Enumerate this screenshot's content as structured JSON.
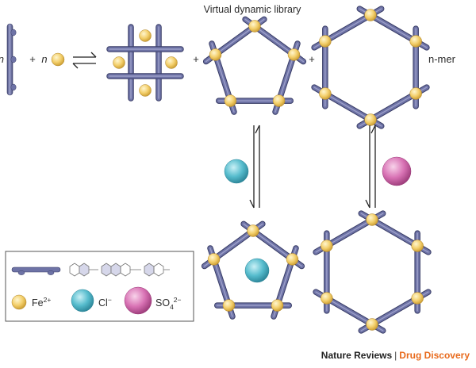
{
  "title": "Virtual dynamic library",
  "equation": {
    "coef_rod": "n",
    "plus": "+",
    "coef_ion": "n",
    "tail": "n-mer"
  },
  "legend": {
    "fe": "Fe",
    "fe_sup": "2+",
    "cl": "Cl",
    "cl_sup": "−",
    "so4": "SO",
    "so4_sub": "4",
    "so4_sup": "2−"
  },
  "footer": {
    "journal": "Nature Reviews",
    "separator": "|",
    "section": "Drug Discovery"
  },
  "colors": {
    "rod": "#6e73a6",
    "rod_dark": "#454a78",
    "fe": "#f3cf6b",
    "cl": "#56bccd",
    "so4": "#d872b4",
    "brand": "#e86a1c"
  },
  "icons": [
    "equilibrium-arrows-icon",
    "ligand-structure-icon"
  ]
}
